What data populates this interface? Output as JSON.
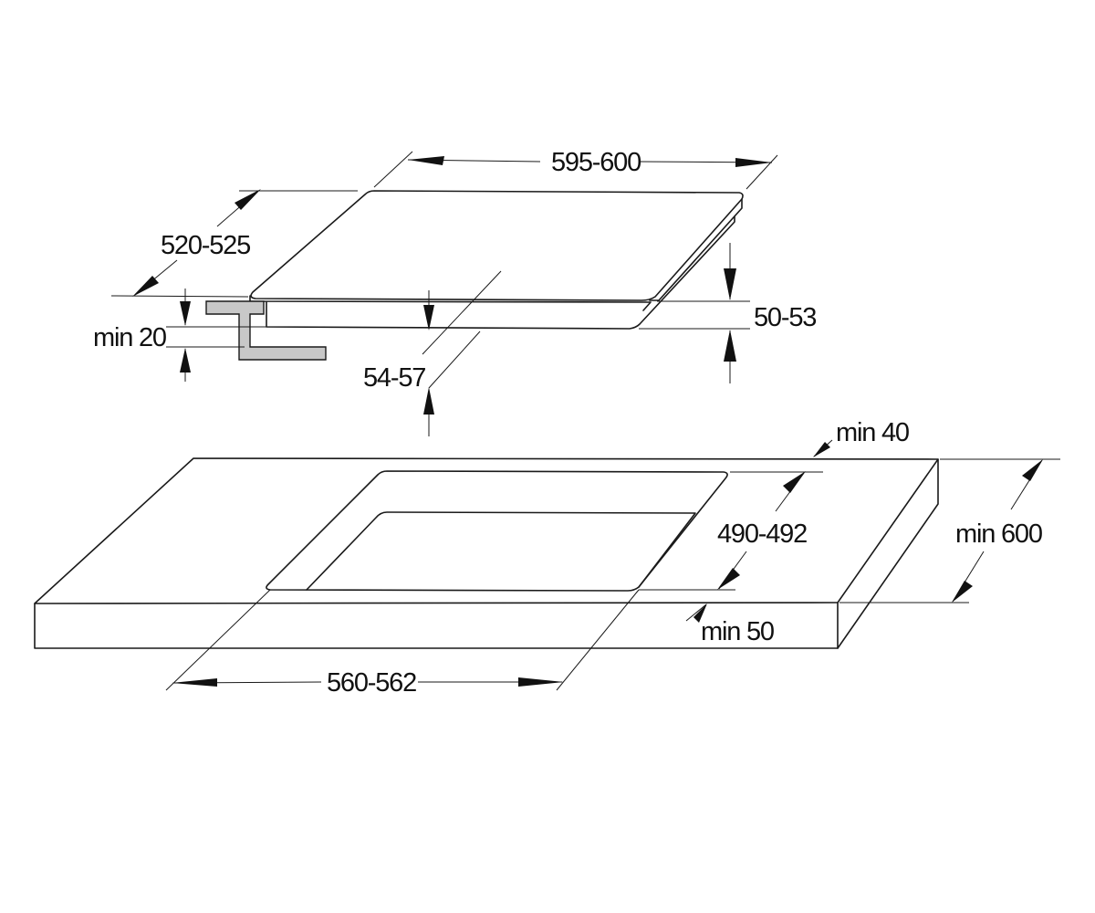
{
  "labels": {
    "hob_width": "595-600",
    "hob_depth": "520-525",
    "hob_height": "50-53",
    "built_in_depth": "54-57",
    "min_clearance_top": "min 20",
    "min_back_gap": "min 40",
    "cutout_depth": "490-492",
    "worktop_depth": "min 600",
    "min_front_gap": "min 50",
    "cutout_width": "560-562"
  },
  "colors": {
    "stroke": "#1a1a1a",
    "bracket_fill": "#c8c8c8",
    "background": "#ffffff"
  }
}
